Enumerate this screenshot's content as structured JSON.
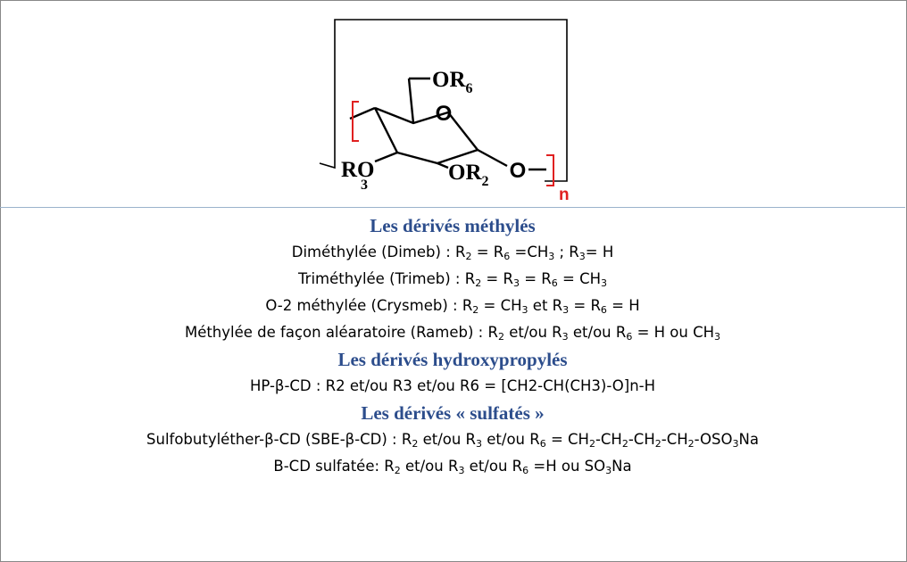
{
  "structure": {
    "ring_oxygen": "O",
    "substituent_6": {
      "main": "OR",
      "sub": "6"
    },
    "substituent_3": {
      "main": "RO",
      "sub": "3"
    },
    "substituent_2": {
      "main": "OR",
      "sub": "2"
    },
    "glycosidic_oxygen": "O",
    "repeat_index": "n",
    "bracket_color": "#e02020"
  },
  "sections": [
    {
      "heading": "Les dérivés méthylés",
      "lines": [
        [
          {
            "t": "Diméthylée (Dimeb) : R"
          },
          {
            "s": "2"
          },
          {
            "t": " = R"
          },
          {
            "s": "6"
          },
          {
            "t": " =CH"
          },
          {
            "s": "3"
          },
          {
            "t": " ; R"
          },
          {
            "s": "3"
          },
          {
            "t": "= H"
          }
        ],
        [
          {
            "t": "Triméthylée (Trimeb) : R"
          },
          {
            "s": "2"
          },
          {
            "t": " = R"
          },
          {
            "s": "3"
          },
          {
            "t": " = R"
          },
          {
            "s": "6"
          },
          {
            "t": " = CH"
          },
          {
            "s": "3"
          }
        ],
        [
          {
            "t": "O-2 méthylée (Crysmeb) : R"
          },
          {
            "s": "2"
          },
          {
            "t": " = CH"
          },
          {
            "s": "3"
          },
          {
            "t": "  et R"
          },
          {
            "s": "3"
          },
          {
            "t": " = R"
          },
          {
            "s": "6"
          },
          {
            "t": " = H"
          }
        ],
        [
          {
            "t": "Méthylée de façon aléaratoire (Rameb) : R"
          },
          {
            "s": "2"
          },
          {
            "t": " et/ou R"
          },
          {
            "s": "3"
          },
          {
            "t": " et/ou R"
          },
          {
            "s": "6"
          },
          {
            "t": " = H ou CH"
          },
          {
            "s": "3"
          }
        ]
      ]
    },
    {
      "heading": "Les dérivés hydroxypropylés",
      "lines": [
        [
          {
            "t": "HP-β-CD : R2 et/ou R3 et/ou  R6 = [CH2-CH(CH3)-O]n-H"
          }
        ]
      ]
    },
    {
      "heading": "Les dérivés « sulfatés »",
      "lines": [
        [
          {
            "t": "Sulfobutyléther-β-CD  (SBE-β-CD) : R"
          },
          {
            "s": "2"
          },
          {
            "t": " et/ou R"
          },
          {
            "s": "3"
          },
          {
            "t": " et/ou R"
          },
          {
            "s": "6"
          },
          {
            "t": " = CH"
          },
          {
            "s": "2"
          },
          {
            "t": "-CH"
          },
          {
            "s": "2"
          },
          {
            "t": "-CH"
          },
          {
            "s": "2"
          },
          {
            "t": "-CH"
          },
          {
            "s": "2"
          },
          {
            "t": "-OSO"
          },
          {
            "s": "3"
          },
          {
            "t": "Na"
          }
        ],
        [
          {
            "t": "B-CD sulfatée: R"
          },
          {
            "s": "2"
          },
          {
            "t": " et/ou R"
          },
          {
            "s": "3"
          },
          {
            "t": " et/ou R"
          },
          {
            "s": "6"
          },
          {
            "t": " =H ou SO"
          },
          {
            "s": "3"
          },
          {
            "t": "Na"
          }
        ]
      ]
    }
  ]
}
